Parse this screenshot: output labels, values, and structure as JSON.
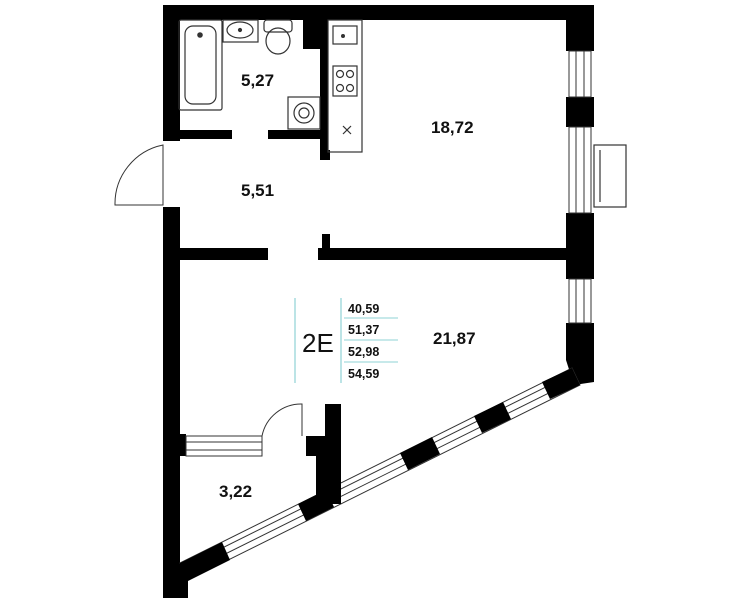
{
  "rooms": {
    "bathroom": "5,27",
    "kitchen_living": "18,72",
    "hallway": "5,51",
    "bedroom": "21,87",
    "balcony": "3,22"
  },
  "apartment": {
    "code": "2E",
    "areas": [
      "40,59",
      "51,37",
      "52,98",
      "54,59"
    ]
  },
  "colors": {
    "wall": "#000000",
    "line": "#333333",
    "accent_line": "#8fd3d6",
    "background": "#ffffff"
  },
  "icons": [
    "bathtub-icon",
    "sink-icon",
    "toilet-icon",
    "washing-machine-icon",
    "kitchen-sink-icon",
    "stove-icon",
    "fridge-icon"
  ]
}
